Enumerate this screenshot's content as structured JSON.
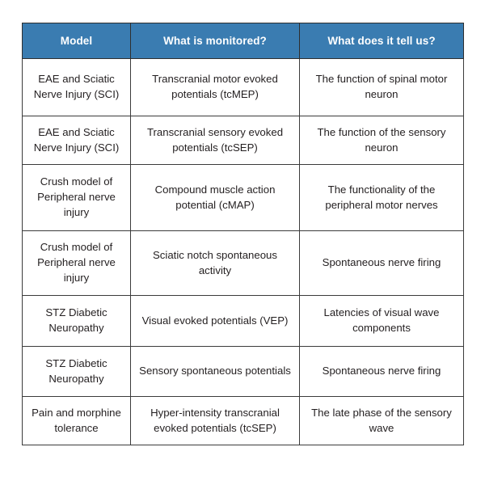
{
  "table": {
    "caption": "",
    "accent_color": "#3a7cb1",
    "header_text_color": "#ffffff",
    "body_text_color": "#231f20",
    "border_color": "#3b3b3b",
    "background_color": "#ffffff",
    "columns": [
      {
        "key": "model",
        "label": "Model"
      },
      {
        "key": "monitor",
        "label": "What is monitored?"
      },
      {
        "key": "tellus",
        "label": "What does it tell us?"
      }
    ],
    "rows": [
      {
        "model": "EAE and Sciatic Nerve Injury (SCI)",
        "monitor": "Transcranial motor evoked potentials (tcMEP)",
        "tellus": "The function of spinal motor neuron"
      },
      {
        "model": "EAE and Sciatic Nerve Injury (SCI)",
        "monitor": "Transcranial sensory evoked potentials (tcSEP)",
        "tellus": "The function of the sensory neuron"
      },
      {
        "model": "Crush model of Peripheral nerve injury",
        "monitor": "Compound muscle action potential (cMAP)",
        "tellus": "The functionality of the peripheral motor nerves"
      },
      {
        "model": "Crush model of Peripheral nerve injury",
        "monitor": "Sciatic notch spontaneous activity",
        "tellus": "Spontaneous nerve firing"
      },
      {
        "model": "STZ Diabetic Neuropathy",
        "monitor": "Visual evoked potentials (VEP)",
        "tellus": "Latencies of visual wave components"
      },
      {
        "model": "STZ Diabetic Neuropathy",
        "monitor": "Sensory spontaneous potentials",
        "tellus": "Spontaneous nerve firing"
      },
      {
        "model": "Pain and morphine tolerance",
        "monitor": "Hyper-intensity transcranial evoked potentials (tcSEP)",
        "tellus": "The late phase of the sensory wave"
      }
    ]
  }
}
